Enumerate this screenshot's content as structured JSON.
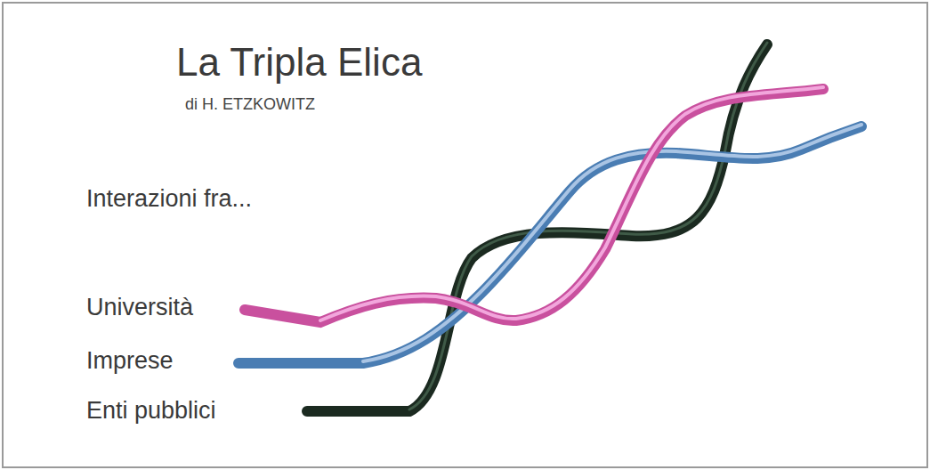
{
  "diagram": {
    "title": "La Tripla Elica",
    "labels": [
      "di H. ETZKOWITZ",
      "Interazioni fra...",
      "Università",
      "Imprese",
      "Enti pubblici"
    ]
  }
}
